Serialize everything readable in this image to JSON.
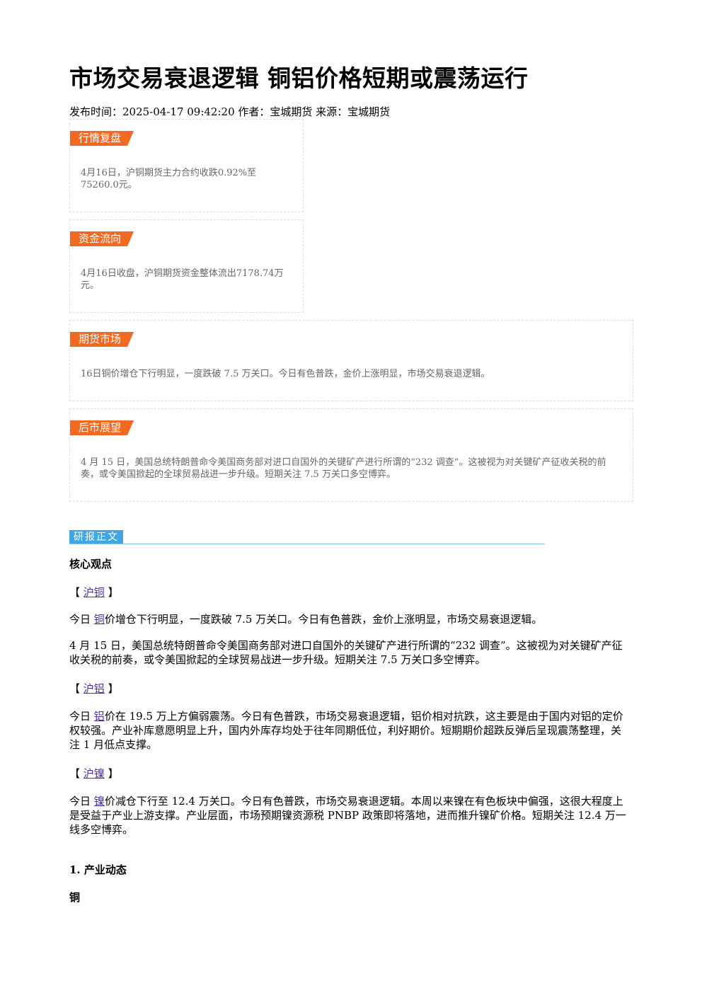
{
  "article": {
    "title": "市场交易衰退逻辑 铜铝价格短期或震荡运行",
    "meta": "发布时间：2025-04-17 09:42:20 作者：宝城期货 来源：宝城期货"
  },
  "cards": [
    {
      "tag": "行情复盘",
      "text": "4月16日，沪铜期货主力合约收跌0.92%至75260.0元。"
    },
    {
      "tag": "资金流向",
      "text": "4月16日收盘，沪铜期货资金整体流出7178.74万元。"
    },
    {
      "tag": "期货市场",
      "text": "16日铜价增仓下行明显，一度跌破 7.5 万关口。今日有色普跌，金价上涨明显，市场交易衰退逻辑。"
    },
    {
      "tag": "后市展望",
      "text": "4 月 15 日，美国总统特朗普命令美国商务部对进口自国外的关键矿产进行所谓的“232 调查”。这被视为对关键矿产征收关税的前奏，或令美国掀起的全球贸易战进一步升级。短期关注 7.5 万关口多空博弈。"
    }
  ],
  "research": {
    "tag": "研报正文",
    "core_heading": "核心观点",
    "sections": [
      {
        "bracket_open": "【",
        "link": "沪铜",
        "bracket_close": "】",
        "p1_prefix": "今日",
        "p1_link": "铜",
        "p1_rest": "价增仓下行明显，一度跌破 7.5 万关口。今日有色普跌，金价上涨明显，市场交易衰退逻辑。",
        "p2": "4 月 15 日，美国总统特朗普命令美国商务部对进口自国外的关键矿产进行所谓的“232 调查”。这被视为对关键矿产征收关税的前奏，或令美国掀起的全球贸易战进一步升级。短期关注 7.5 万关口多空博弈。"
      },
      {
        "bracket_open": "【",
        "link": "沪铝",
        "bracket_close": "】",
        "p1_prefix": "今日",
        "p1_link": "铝",
        "p1_rest": "价在 19.5 万上方偏弱震荡。今日有色普跌，市场交易衰退逻辑，铝价相对抗跌，这主要是由于国内对铝的定价权较强。产业补库意愿明显上升，国内外库存均处于往年同期低位，利好期价。短期期价超跌反弹后呈现震荡整理，关注 1 月低点支撑。"
      },
      {
        "bracket_open": "【",
        "link": "沪镍",
        "bracket_close": "】",
        "p1_prefix": "今日",
        "p1_link": "镍",
        "p1_rest": "价减仓下行至 12.4 万关口。今日有色普跌，市场交易衰退逻辑。本周以来镍在有色板块中偏强，这很大程度上是受益于产业上游支撑。产业层面，市场预期镍资源税 PNBP 政策即将落地，进而推升镍矿价格。短期关注 12.4 万一线多空博弈。"
      }
    ],
    "industry_heading": "1. 产业动态",
    "copper_heading": "铜"
  }
}
